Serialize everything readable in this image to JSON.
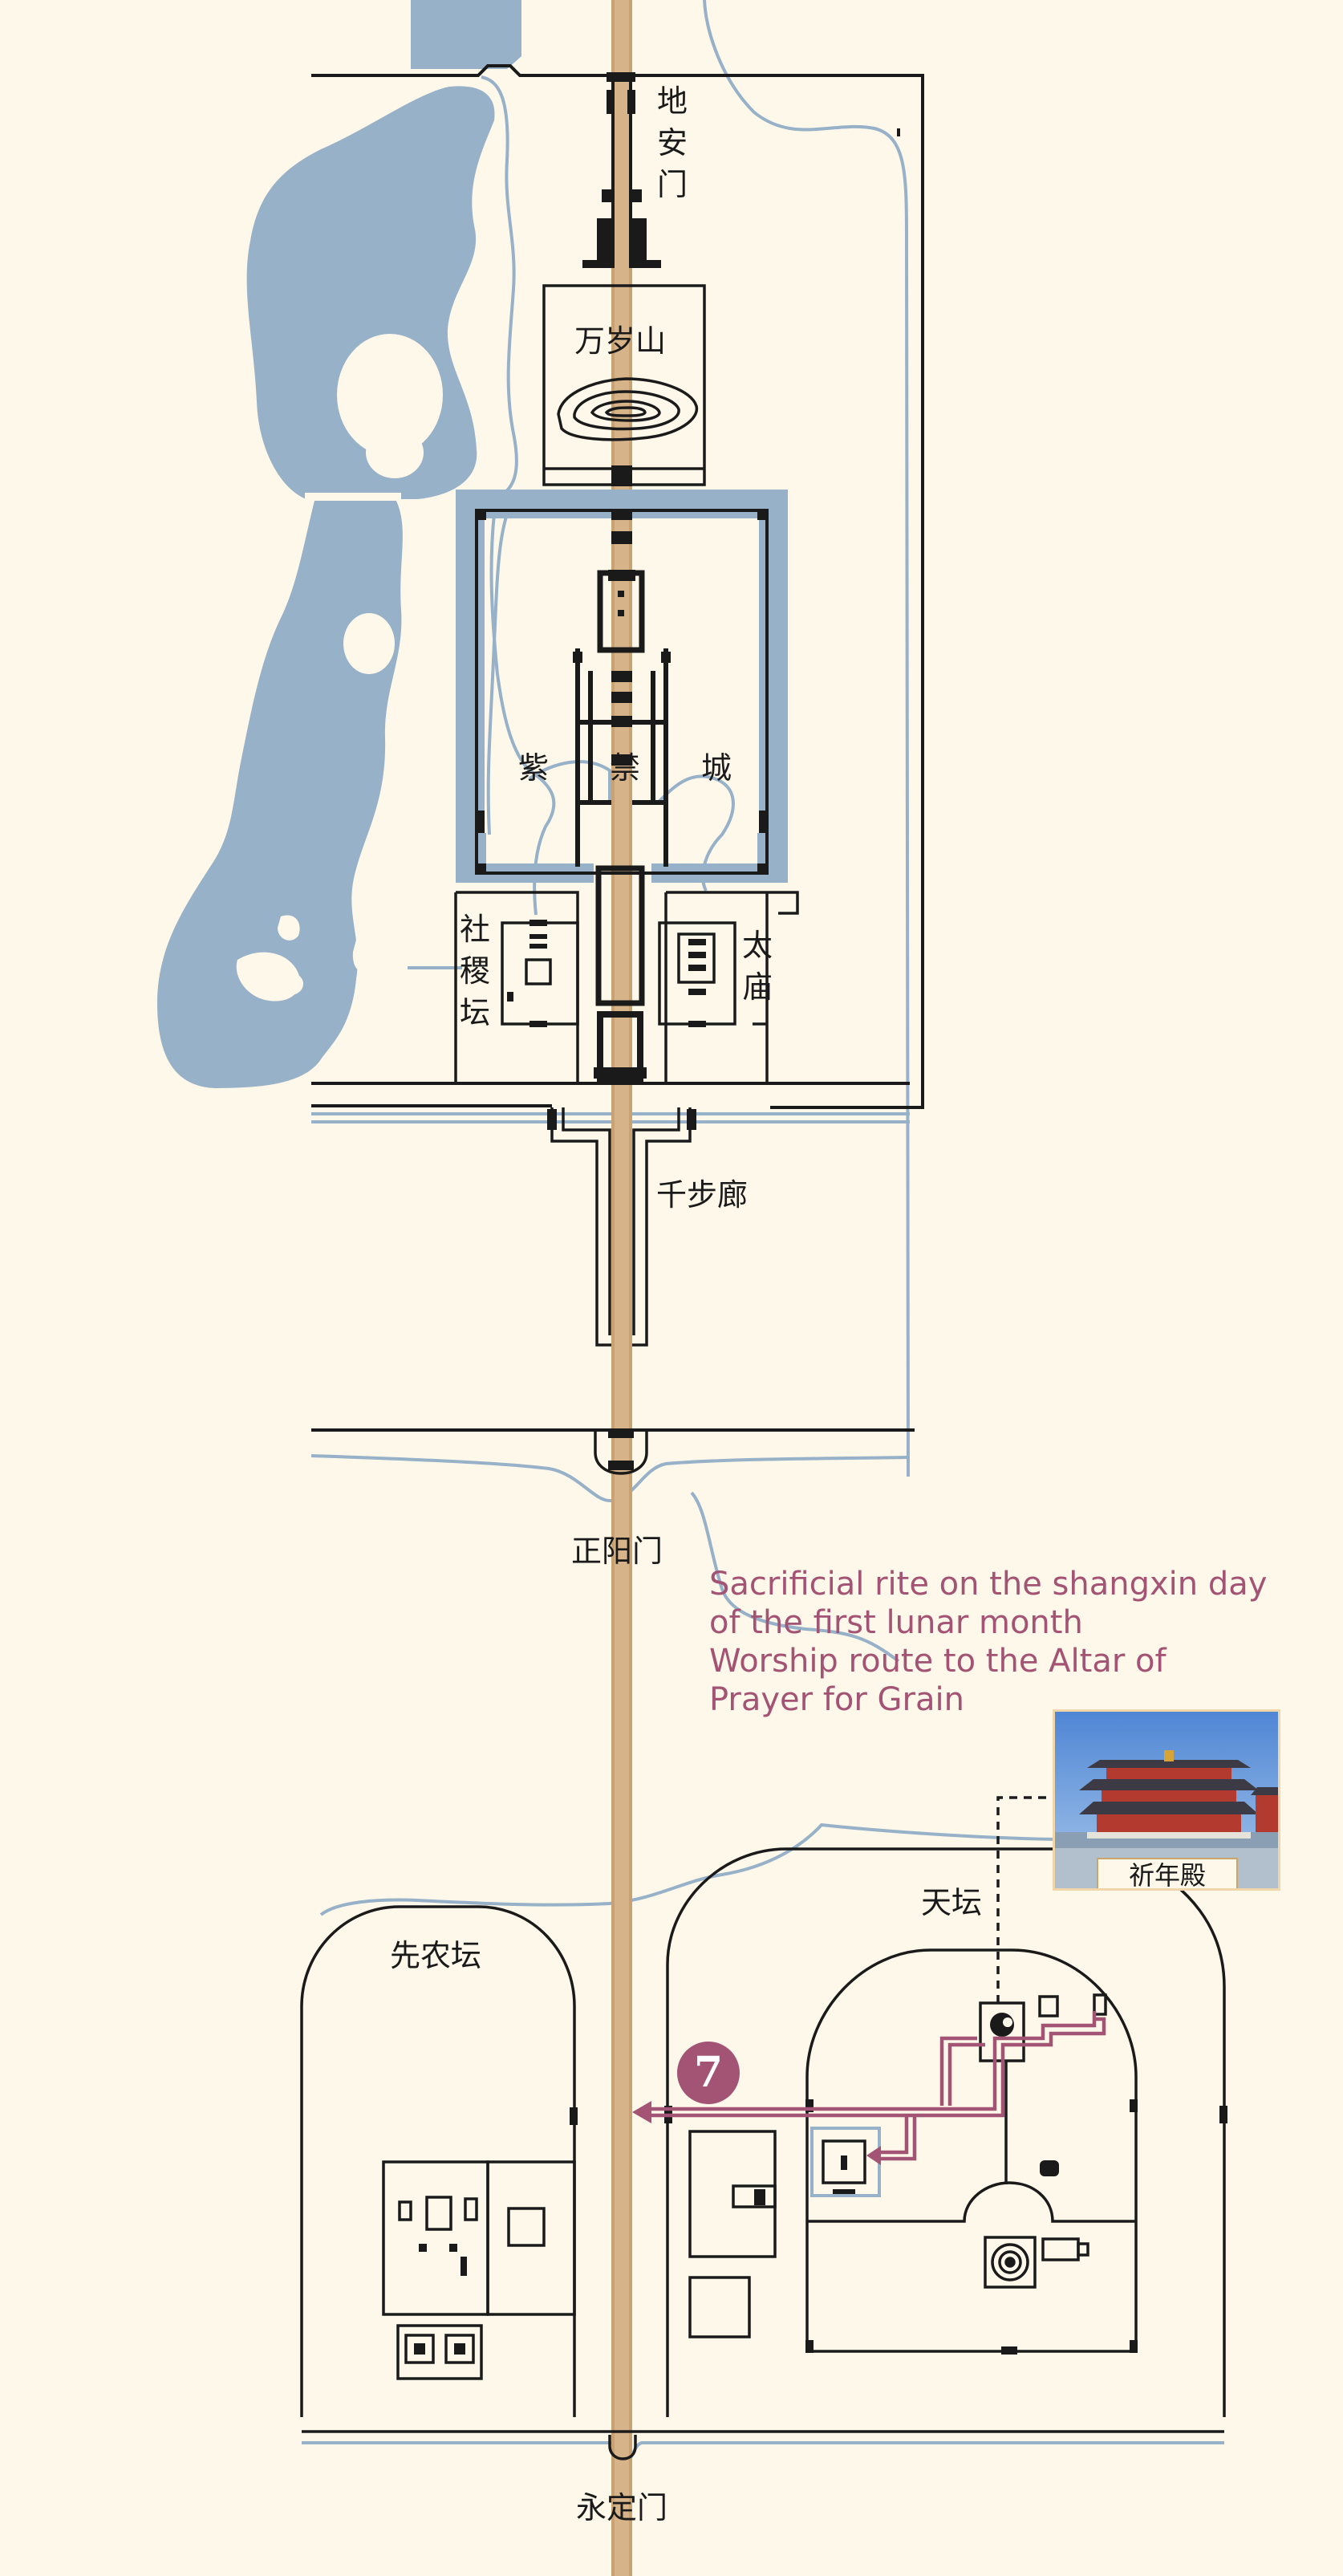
{
  "map": {
    "palace": {
      "dianmen": "地安门",
      "jingshan": "万岁山",
      "forbidden_city": [
        "紫",
        "禁",
        "城"
      ],
      "sheji_tan": "社稷坛",
      "tai_miao": "太庙",
      "qianbu_lang": "千步廊",
      "zhengyang_men": "正阳门",
      "yongding_men": "永定门"
    },
    "altars": {
      "tian_tan": "天坛",
      "xiannong_tan": "先农坛"
    }
  },
  "route": {
    "title_lines": [
      "Sacrificial rite on the shangxin day",
      "of the first lunar month",
      "Worship route to the Altar of",
      "Prayer for Grain"
    ],
    "number": "7",
    "color": "#a35374"
  },
  "photo": {
    "caption": "祈年殿"
  },
  "colors": {
    "background": "#fdf8ea",
    "water": "#97b1c8",
    "axis": "#c9a273",
    "ink": "#1a1a1a",
    "route": "#a35374"
  }
}
